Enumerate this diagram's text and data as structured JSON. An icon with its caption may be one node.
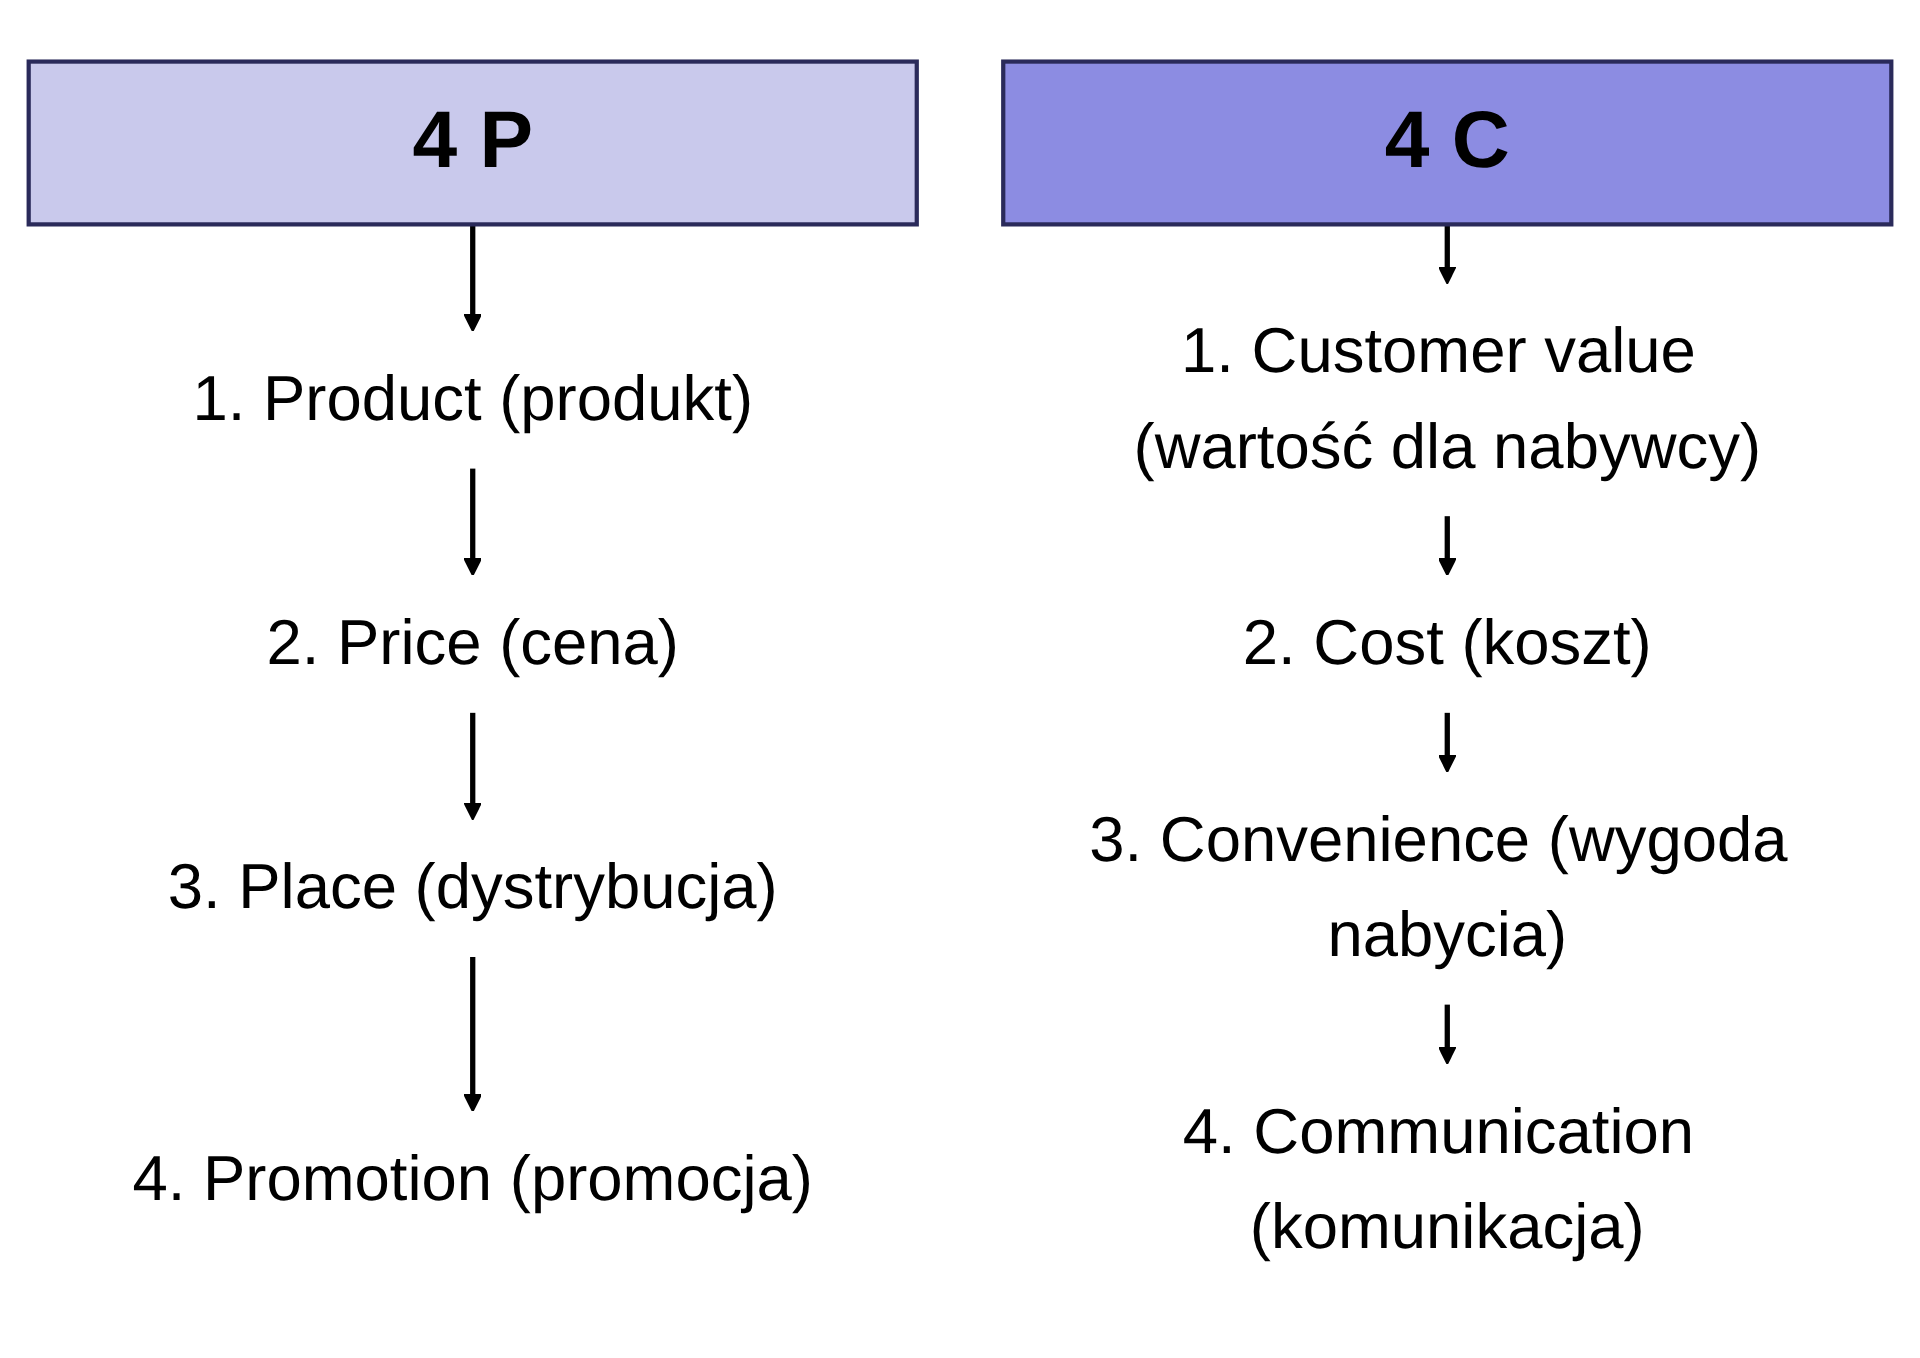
{
  "diagram": {
    "nodes": [
      {
        "text": [
          "4 P"
        ]
      },
      {
        "text": [
          "1. Product (produkt)"
        ]
      },
      {
        "text": [
          "2. Price (cena)"
        ]
      },
      {
        "text": [
          "3. Place (dystrybucja)"
        ]
      },
      {
        "text": [
          "4. Promotion (promocja)"
        ]
      },
      {
        "text": [
          "4 C"
        ]
      },
      {
        "text": [
          "1. Customer value (wartość dla nabywcy)"
        ]
      },
      {
        "text": [
          "2. Cost (koszt)"
        ]
      },
      {
        "text": [
          "3. Convenience (wygoda nabycia)"
        ]
      },
      {
        "text": [
          "4. Communication (komunikacja)"
        ]
      }
    ],
    "edges": [
      {
        "from": 0,
        "to": 1,
        "arrow": "to"
      },
      {
        "from": 1,
        "to": 2,
        "arrow": "to"
      },
      {
        "from": 2,
        "to": 3,
        "arrow": "to"
      },
      {
        "from": 3,
        "to": 4,
        "arrow": "to"
      },
      {
        "from": 5,
        "to": 6,
        "arrow": "to"
      },
      {
        "from": 6,
        "to": 7,
        "arrow": "to"
      },
      {
        "from": 7,
        "to": 8,
        "arrow": "to"
      },
      {
        "from": 8,
        "to": 9,
        "arrow": "to"
      }
    ]
  }
}
